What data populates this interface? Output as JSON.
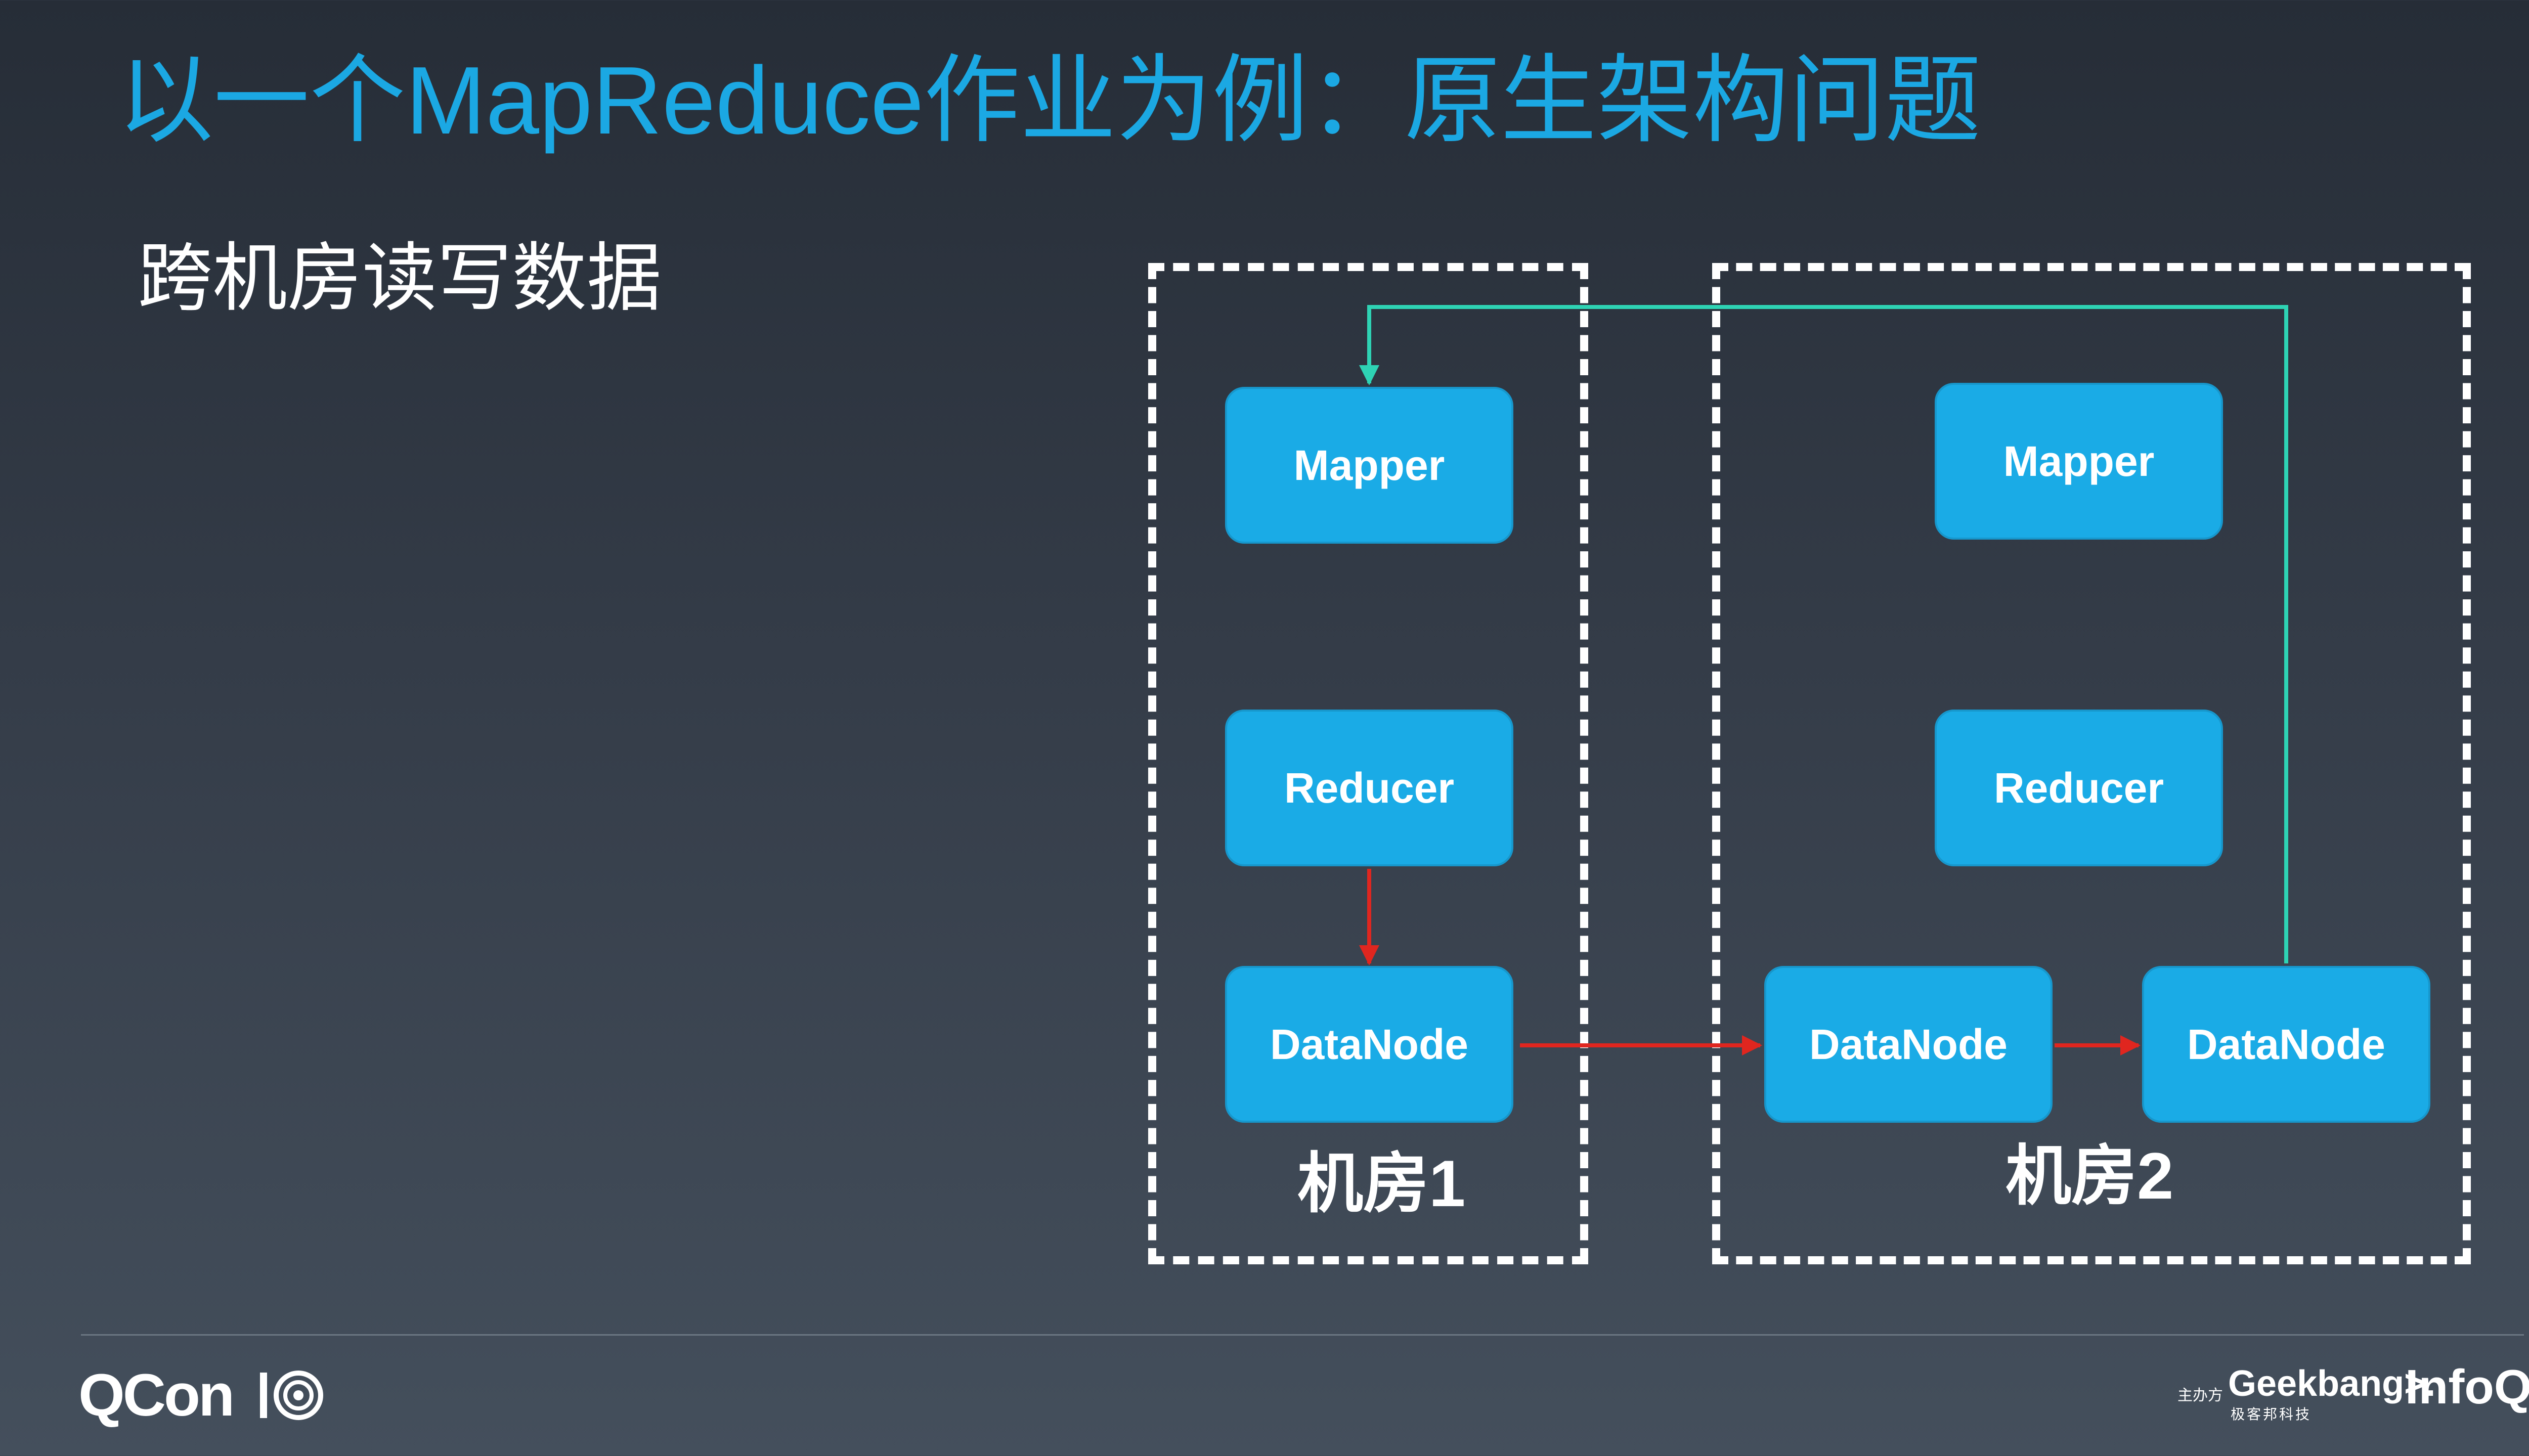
{
  "slide": {
    "title": "以一个MapReduce作业为例：原生架构问题",
    "subtitle": "跨机房读写数据"
  },
  "diagram": {
    "rooms": [
      {
        "label": "机房1"
      },
      {
        "label": "机房2"
      }
    ],
    "nodes": {
      "room1_mapper": "Mapper",
      "room1_reducer": "Reducer",
      "room1_datanode": "DataNode",
      "room2_mapper": "Mapper",
      "room2_reducer": "Reducer",
      "room2_datanode_a": "DataNode",
      "room2_datanode_b": "DataNode"
    },
    "colors": {
      "node_fill": "#1aabe6",
      "write_arrow": "#e0261f",
      "read_arrow": "#2ed3b4",
      "room_border": "#ffffff",
      "title": "#1ba8e3"
    },
    "edges": [
      {
        "from": "room1_reducer",
        "to": "room1_datanode",
        "kind": "write"
      },
      {
        "from": "room1_datanode",
        "to": "room2_datanode_a",
        "kind": "write"
      },
      {
        "from": "room2_datanode_a",
        "to": "room2_datanode_b",
        "kind": "write"
      },
      {
        "from": "room2_datanode_b",
        "to": "room1_mapper",
        "kind": "read"
      }
    ]
  },
  "footer": {
    "qcon": "QCon",
    "sponsor_label": "主办方",
    "geekbang": "Geekbang>.",
    "geekbang_cn": "极客邦科技",
    "infoq": "InfoQ"
  }
}
